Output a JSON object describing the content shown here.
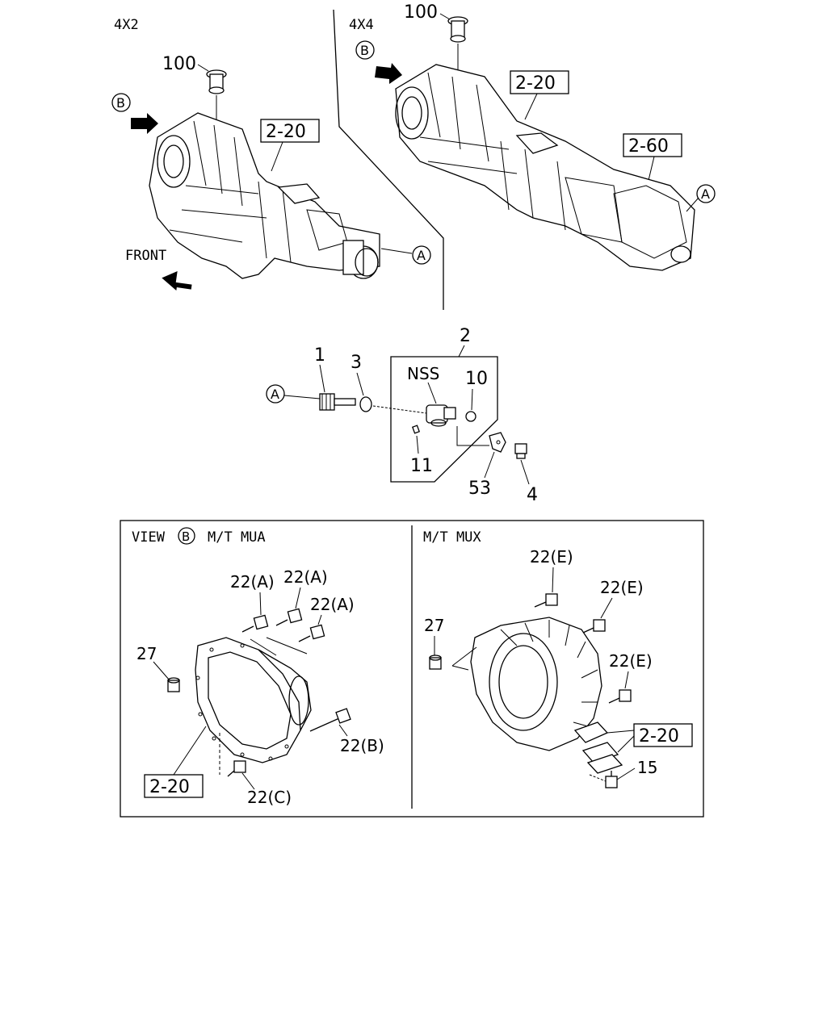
{
  "top": {
    "left_variant": "4X2",
    "right_variant": "4X4",
    "front_label": "FRONT",
    "callouts": {
      "part_100_left": "100",
      "part_100_right": "100",
      "ref_2_20_left": "2-20",
      "ref_2_20_right": "2-20",
      "ref_2_60": "2-60",
      "view_b": "B",
      "view_a": "A"
    }
  },
  "middle": {
    "group_label": "2",
    "nss_label": "NSS",
    "callouts": {
      "p1": "1",
      "p3": "3",
      "p10": "10",
      "p11": "11",
      "p53": "53",
      "p4": "4",
      "a": "A"
    }
  },
  "bottom": {
    "left_title": "VIEW",
    "left_title_marker": "B",
    "left_title_suffix": "M/T MUA",
    "right_title": "M/T MUX",
    "left_callouts": {
      "c22a_1": "22(A)",
      "c22a_2": "22(A)",
      "c22a_3": "22(A)",
      "c27": "27",
      "c22b": "22(B)",
      "c22c": "22(C)",
      "ref": "2-20"
    },
    "right_callouts": {
      "c22e_1": "22(E)",
      "c22e_2": "22(E)",
      "c22e_3": "22(E)",
      "c27": "27",
      "c15": "15",
      "ref": "2-20"
    }
  }
}
